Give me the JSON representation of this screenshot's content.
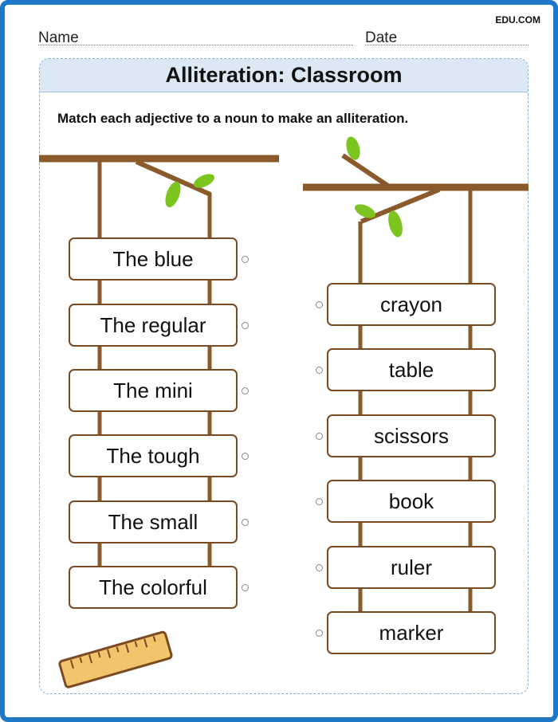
{
  "header": {
    "brand": "EDU.COM",
    "name_label": "Name",
    "date_label": "Date"
  },
  "worksheet": {
    "title": "Alliteration: Classroom",
    "instruction": "Match each adjective to a noun to make an alliteration."
  },
  "adjectives": [
    "The blue",
    "The regular",
    "The mini",
    "The tough",
    "The small",
    "The colorful"
  ],
  "nouns": [
    "crayon",
    "table",
    "scissors",
    "book",
    "ruler",
    "marker"
  ],
  "colors": {
    "frame": "#1e78c8",
    "title_band": "#dce9f5",
    "branch": "#8b5a2b",
    "card_border": "#7a4a22",
    "leaf": "#7cc520",
    "ruler": "#f2c46b"
  },
  "decor_icons": [
    "tree-branch-icon",
    "leaf-icon",
    "ruler-icon"
  ]
}
